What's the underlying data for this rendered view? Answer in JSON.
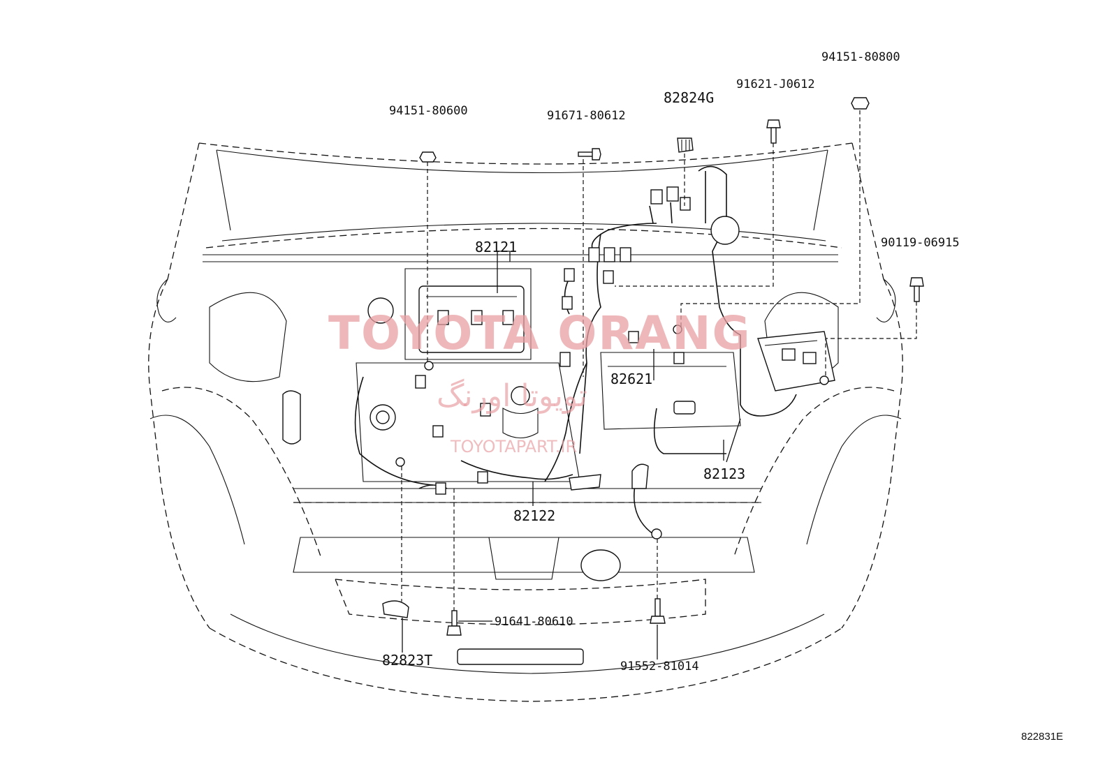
{
  "watermark": {
    "brand": "TOYOTA ORANG",
    "brand_fa": "تویوتا اورنگ",
    "url": "TOYOTAPART.IR"
  },
  "reference_code": "822831E",
  "labels": {
    "p94151_80600": "94151-80600",
    "p91671_80612": "91671-80612",
    "p82824G": "82824G",
    "p91621_J0612": "91621-J0612",
    "p94151_80800": "94151-80800",
    "p90119_06915": "90119-06915",
    "p82121": "82121",
    "p82621": "82621",
    "p82123": "82123",
    "p82122": "82122",
    "p91641_80610": "91641-80610",
    "p82823T": "82823T",
    "p91552_81014": "91552-81014"
  }
}
